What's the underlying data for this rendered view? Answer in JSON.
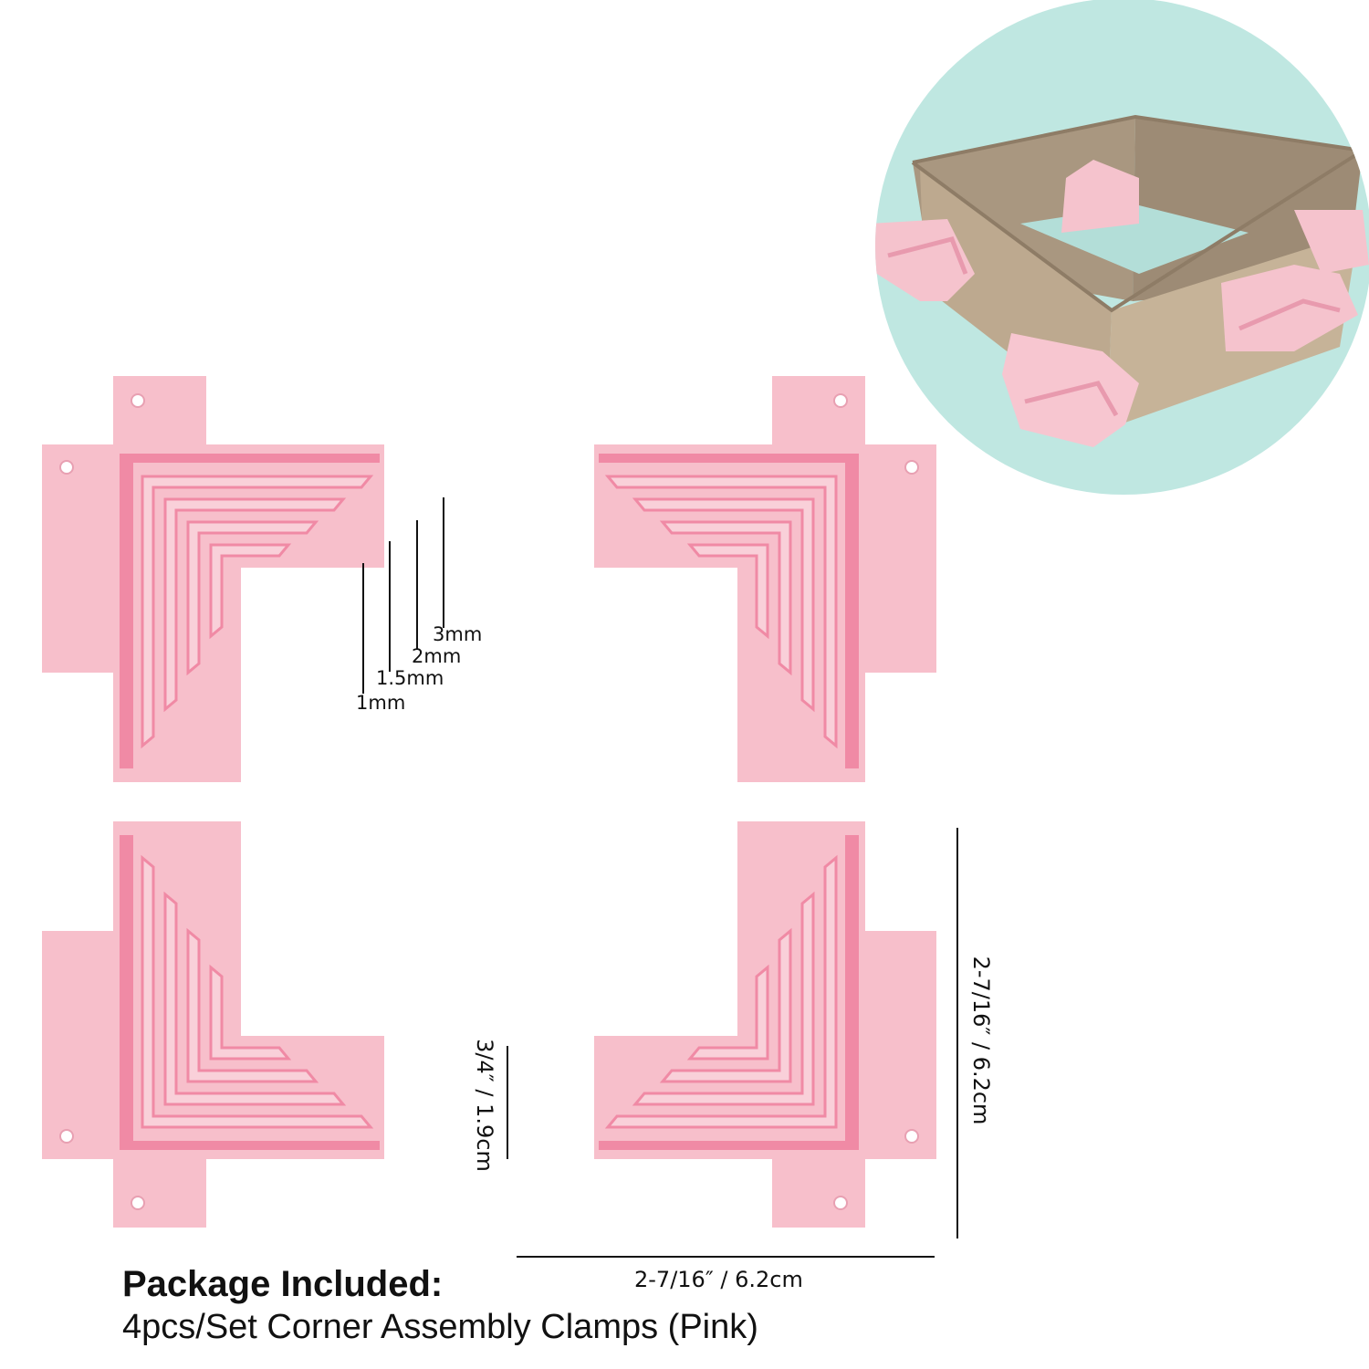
{
  "clamp_labels": {
    "l1": "3mm",
    "l2": "2mm",
    "l3": "1.5mm",
    "l4": "1mm"
  },
  "dimensions": {
    "height": "2-7/16″ / 6.2cm",
    "width": "2-7/16″ / 6.2cm",
    "thickness": "3/4″ / 1.9cm"
  },
  "package": {
    "title": "Package Included:",
    "contents": "4pcs/Set Corner Assembly Clamps (Pink)"
  },
  "colors": {
    "clamp_base": "#f7bfcb",
    "clamp_inner": "#f08aa5",
    "photo_bg": "#bfe7e1",
    "cardboard": "#b9a78f"
  }
}
